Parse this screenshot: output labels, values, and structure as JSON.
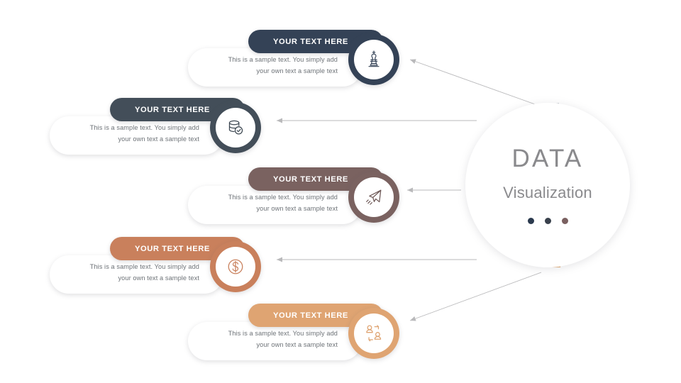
{
  "center": {
    "title": "DATA",
    "subtitle": "Visualization",
    "dots": [
      "#2b3a4e",
      "#39414c",
      "#7a6060"
    ],
    "arc_segments": [
      {
        "name": "arc-segment-navy",
        "color": "#2b3a4e"
      },
      {
        "name": "arc-segment-mauve",
        "color": "#6f5a59"
      },
      {
        "name": "arc-segment-terracotta",
        "color": "#c07a52"
      },
      {
        "name": "arc-segment-sand",
        "color": "#e0a971"
      }
    ]
  },
  "body_text_line1": "This is a sample text. You  simply add",
  "body_text_line2": "your own text a sample text",
  "rows": [
    {
      "id": "row-1",
      "title": "YOUR TEXT HERE",
      "color": "#344256",
      "icon": "chess-king-icon",
      "body_line1": "This is a sample text. You  simply add",
      "body_line2": "your own text a sample text"
    },
    {
      "id": "row-2",
      "title": "YOUR TEXT HERE",
      "color": "#434e59",
      "icon": "database-check-icon",
      "body_line1": "This is a sample text. You  simply add",
      "body_line2": "your own text a sample text"
    },
    {
      "id": "row-3",
      "title": "YOUR TEXT HERE",
      "color": "#7a6260",
      "icon": "paper-plane-icon",
      "body_line1": "This is a sample text. You  simply add",
      "body_line2": "your own text a sample text"
    },
    {
      "id": "row-4",
      "title": "YOUR TEXT HERE",
      "color": "#c9805c",
      "icon": "dollar-coin-icon",
      "body_line1": "This is a sample text. You  simply add",
      "body_line2": "your own text a sample text"
    },
    {
      "id": "row-5",
      "title": "YOUR TEXT HERE",
      "color": "#dfa472",
      "icon": "users-exchange-icon",
      "body_line1": "This is a sample text. You  simply add",
      "body_line2": "your own text a sample text"
    }
  ],
  "connector_color": "#b9b9bb"
}
